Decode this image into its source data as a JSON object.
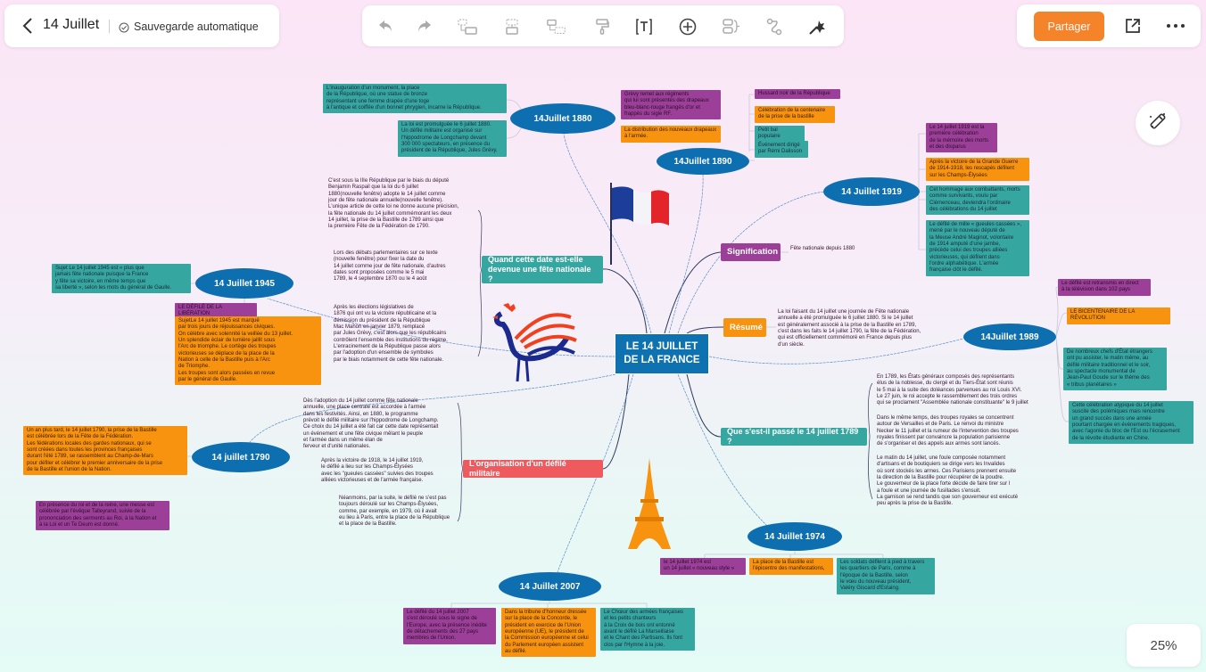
{
  "header": {
    "back_icon": "chevron-left-icon",
    "title": "14 Juillet",
    "save_icon": "check-circle-icon",
    "save_status": "Sauvegarde automatique"
  },
  "toolbar": {
    "icons": [
      "undo-icon",
      "redo-icon",
      "add-child-topic-icon",
      "add-sibling-topic-icon",
      "add-parent-topic-icon",
      "format-painter-icon",
      "text-icon",
      "insert-icon",
      "summary-icon",
      "relationship-icon",
      "magic-wand-icon"
    ]
  },
  "actions": {
    "share_label": "Partager",
    "share_color": "#f5832a",
    "export_icon": "external-link-icon",
    "more_icon": "more-dots-icon"
  },
  "floating": {
    "ai_icon": "magic-wand-icon"
  },
  "zoom": {
    "level": "25%"
  },
  "colors": {
    "blue": "#0e6fb0",
    "teal": "#36a6a1",
    "purple": "#9c3f98",
    "orange": "#f7930f",
    "red": "#ef5a5f"
  },
  "map": {
    "central": "LE 14 JUILLET\nDE LA FRANCE",
    "topics": {
      "quand": "Quand cette date est-elle\ndevenue une fête nationale ?",
      "signification": "Signification",
      "resume": "Résumé",
      "passe": "Que s'est-il passé le 14 juillet 1789 ?",
      "organisation": "L'organisation d'un défilé militaire"
    },
    "dates": {
      "d1880": "14Juillet 1880",
      "d1890": "14Juillet 1890",
      "d1919": "14 Juillet 1919",
      "d1945": "14 Juillet 1945",
      "d1989": "14Juillet 1989",
      "d1790": "14 juillet 1790",
      "d1974": "14 Juillet 1974",
      "d2007": "14 Juillet 2007"
    },
    "notes": {
      "n1880a": "L'inauguration d'un monument, la place\nde la République, où une statue de bronze\nreprésentant une femme drapée d'une toge\nà l'antique et coiffée d'un bonnet phrygien, incarne la République.",
      "n1880b": "La loi est promulguée le 6 juillet 1880.\nUn défilé militaire est organisé sur\nl'hippodrome de Longchamp devant\n300 000 spectateurs, en présence du\nprésident de la République, Jules Grévy.",
      "n1880c": "Grévy remet aux régiments\nqui lui sont présentés des drapeaux\nbleu-blanc-rouge frangés d'or et\nfrappés du sigle RF.",
      "n1880d": "La distribution des nouveaux drapeaux\nà l'armée.",
      "n1890a": "Hussard noir de la République",
      "n1890b": "Célébration de la centenaire\nde la prise de la bastille",
      "n1890c": "Petit bal populaire",
      "n1890d": "Événement dirigé\npar Rémi Dalisson",
      "n1919a": "Le 14 juillet 1919 est la\npremière célébration\nde la mémoire des morts\net des disparus",
      "n1919b": "Après la victoire de la Grande Guerre\nde 1914-1918, les rescapés défilent\nsur les Champs-Élysées",
      "n1919c": "Cet hommage aux combattants, morts\ncomme survivants, voulu par\nClémenceau, deviendra l'ordinaire\ndes célébrations du 14 juillet",
      "n1919d": "Le défilé de mille « gueules cassées »,\nmené par le nouveau député de\nla Meuse André Maginot, volontaire\nde 1914 amputé d'une jambe,\nprécède celui des troupes alliées\nvictorieuses, qui défilent dans\nl'ordre alphabétique. L'armée\nfrançaise clôt le défilé.",
      "signification": "Fête nationale depuis 1880",
      "resume": "La loi faisant du 14 juillet une journée de Fête nationale\nannuelle a été promulguée le 6 juillet 1880. Si le 14 juillet\nest généralement associé à la prise de la Bastille en 1789,\nc'est dans les faits le 14 juillet 1790, la fête de la Fédération,\nqui est officiellement commémoré en France depuis plus\nd'un siècle.",
      "n1989a": "Le défilé est retransmis en direct\nà la télévision dans 102 pays",
      "n1989b": "LE BICENTENAIRE DE LA RÉVOLUTION",
      "n1989c": "De nombreux chefs d'État étrangers\nont pu assister, le matin même, au\ndéfilé militaire traditionnel et le soir,\nau spectacle monumental de\nJean-Paul Goude sur le thème des\n« tribus planétaires »",
      "n1989d": "Cette célébration atypique du 14 juillet\nsuscite des polémiques mais rencontre\nun grand succès dans une année\npourtant chargée en événements tragiques,\navec l'agonie du bloc de l'Est ou l'écrasement\nde la révolte étudiante en Chine.",
      "passe1": "En 1789, les États généraux composés des représentants\nélus de la noblesse, du clergé et du Tiers-État sont réunis\nle 5 mai à la suite des doléances parvenues au roi Louis XVI.\nLe 27 juin, le roi accepte le rassemblement des trois ordres\nqui se proclament \"Assemblée nationale constituante\" le 9 juillet",
      "passe2": "Dans le même temps, des troupes royales se concentrent\nautour de Versailles et de Paris. Le renvoi du ministre\nNecker le 11 juillet et la rumeur de l'intervention des troupes\nroyales finissent par convaincre la population parisienne\nde s'organiser et des appels aux armes sont lancés.",
      "passe3": "Le matin du 14 juillet, une foule composée notamment\nd'artisans et de boutiquiers se dirige vers les Invalides\noù sont stockés les armes. Ces Parisiens prennent ensuite\nla direction de la Bastille pour récupérer de la poudre.\nLe gouverneur de la place forte décide de faire tirer sur l\na foule et une journée de fusillades s'ensuit.\nLa garnison se rend tandis que son gouverneur est exécuté\npeu après la prise de la Bastille.",
      "n1974a": "le 14 juillet 1974 est\nun 14 juillet « nouveau style »",
      "n1974b": "La place de la Bastille est\nl'épicentre des manifestations,",
      "n1974c": "Les soldats défilent à pied à travers\nles quartiers de Paris, comme à\nl'époque de la Bastille, selon\nle vœu du nouveau président,\nValéry Giscard d'Estaing.",
      "n2007a": "Le défilé du 14 juillet 2007\ns'est déroulé sous le signe de\nl'Europe, avec la présence inédite\nde détachements des 27 pays\nmembres de l'Union.",
      "n2007b": "Dans la tribune d'honneur dressée\nsur la place de la Concorde, le\nprésident en exercice de l'Union\neuropéenne (UE), le président de\nla Commission européenne et celui\ndu Parlement européen assistent\nau défilé.",
      "n2007c": "Le Chœur des armées françaises\net les petits chanteurs\nà la Croix de bois ont entonné\navant le défilé La Marseillaise\net le Chant des Partisans. Ils font\nclos par l'Hymne à la joie.",
      "n1790": "Un an plus tard, le 14 juillet 1790, la prise de la Bastille\nest célébrée lors de la Fête de la Fédération.\nLes fédérations locales des gardes nationaux, qui se\nsont créées dans toutes les provinces françaises\ndurant l'été 1789, se rassemblent au Champ-de-Mars\npour défiler et célébrer le premier anniversaire de la prise\nde la Bastille et l'union de la Nation.",
      "n1790b": "En présence du roi et de la reine, une messe est\ncélébrée par l'évêque Talleyrand, suivie de la\nprononciation des serments au Roi, à la Nation et\nà la Loi et un Te Deum est donné.",
      "n1945a": "Sujet Le 14 juillet 1945 est « plus que\njamais fête nationale puisque la France\ny fête sa victoire, en même temps que\nsa liberté », selon les mots du général de Gaulle.",
      "n1945b": "LE DÉFILÉ DE LA LIBÉRATION",
      "n1945c": "SujetLe 14 juillet 1945 est marqué\npar trois jours de réjouissances civiques.\nOn célèbre avec solennité la veillée du 13 juillet.\nUn splendide éclair de lumière jaillit sous\nl'Arc de triomphe. Le cortège des troupes\nvictorieuses se déplace de la place de la\nNation à celle de la Bastille puis à l'Arc\nde Triomphe.\nLes troupes sont alors passées en revue\npar le général de Gaulle.",
      "quand1": "C'est sous la IIIe République par le biais du député\nBenjamin Raspail que la loi du 6 juillet\n1880(nouvelle fenêtre) adopte le 14 juillet comme\njour de fête nationale annuelle(nouvelle fenêtre).\nL'unique article de cette loi ne donne aucune précision,\nla fête nationale du 14 juillet commémorant les deux\n14 juillet, la prise de la Bastille de 1789 ainsi que\nla première Fête de la Fédération de 1790.",
      "quand2": "Lors des débats parlementaires sur ce texte\n(nouvelle fenêtre) pour fixer la date du\n14 juillet comme jour de fête nationale, d'autres\ndates sont proposées comme le 5 mai\n1789, le 4 septembre 1870 ou le 4 août",
      "quand3": "Après les élections législatives de\n1876 qui ont vu la victoire républicaine et la\ndémission du président de la République\nMac Mahon en janvier 1879, remplacé\npar Jules Grévy, c'est alors que les républicains\ncontrôlent l'ensemble des institutions du régime.\nL'enracinement de la République passe alors\npar l'adoption d'un ensemble de symboles\npar le biais notamment de cette fête nationale.",
      "org1": "Dès l'adoption du 14 juillet comme fête nationale\nannuelle, une place centrale est accordée à l'armée\ndans les festivités. Ainsi, en 1880, le programme\nprévoit le défilé militaire sur l'hippodrome de Longchamp.\nCe choix du 14 juillet a été fait car cette date représentait\nun événement et une fête civique mêlant le peuple\net l'armée dans un même élan de\nferveur et d'unité nationales.",
      "org2": "Après la victoire de 1918, le 14 juillet 1919,\nle défilé a lieu sur les Champs-Élysées\navec les \"gueules cassées\" suivies des troupes\nalliées victorieuses et de l'armée française.",
      "org3": "Néanmoins, par la suite, le défilé ne s'est pas\ntoujours déroulé sur les Champs-Élysées,\ncomme, par exemple, en 1979, où il avait\neu lieu à Paris, entre la place de la République\net la place de la Bastille."
    },
    "images": [
      "french-flag",
      "gallic-rooster",
      "eiffel-tower"
    ]
  }
}
